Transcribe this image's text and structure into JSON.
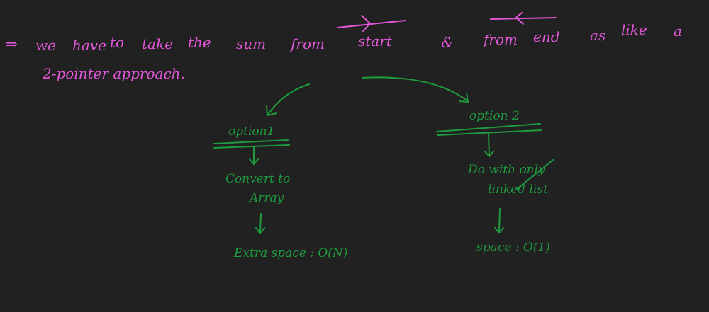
{
  "colors": {
    "background": "#212121",
    "pink": "#e257d8",
    "green": "#1e9b3e"
  },
  "intro": {
    "implies": "⇒",
    "words": [
      "we",
      "have",
      "to",
      "take",
      "the",
      "sum",
      "from",
      "start",
      "&",
      "from",
      "end",
      "as",
      "like",
      "a"
    ],
    "line2": "2-pointer approach."
  },
  "option1": {
    "title": "option1",
    "step1_line1": "Convert to",
    "step1_line2": "Array",
    "result": "Extra space : O(N)"
  },
  "option2": {
    "title": "option 2",
    "step1_line1": "Do with only",
    "step1_line2": "linked list",
    "result": "space : O(1)"
  }
}
